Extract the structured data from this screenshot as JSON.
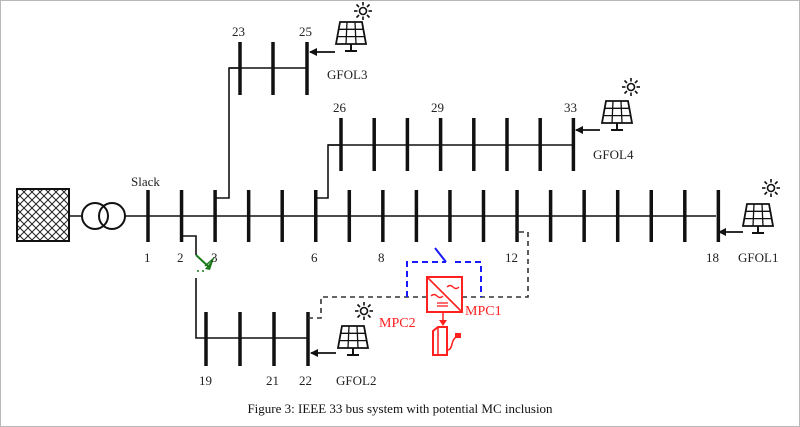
{
  "figure": {
    "caption": "Figure 3: IEEE 33 bus system with potential MC inclusion",
    "labels": {
      "slack": "Slack",
      "bus1": "1",
      "bus2": "2",
      "bus3": "3",
      "bus6": "6",
      "bus8": "8",
      "bus12": "12",
      "bus18": "18",
      "bus19": "19",
      "bus21": "21",
      "bus22": "22",
      "bus23": "23",
      "bus25": "25",
      "bus26": "26",
      "bus29": "29",
      "bus33": "33",
      "gfol1": "GFOL1",
      "gfol2": "GFOL2",
      "gfol3": "GFOL3",
      "gfol4": "GFOL4",
      "mpc1": "MPC1",
      "mpc2": "MPC2"
    },
    "colors": {
      "line": "#111111",
      "mpc": "#ff2020",
      "mpc_link": "#1a1aff",
      "switch": "#1a7a1a",
      "dashed": "#333333"
    },
    "icons": {
      "grid": "grid-source-icon",
      "transformer": "transformer-icon",
      "pv": "solar-panel-icon",
      "sun": "sun-icon",
      "converter": "power-converter-icon",
      "charger": "ev-charger-icon",
      "switch": "switch-icon"
    }
  }
}
